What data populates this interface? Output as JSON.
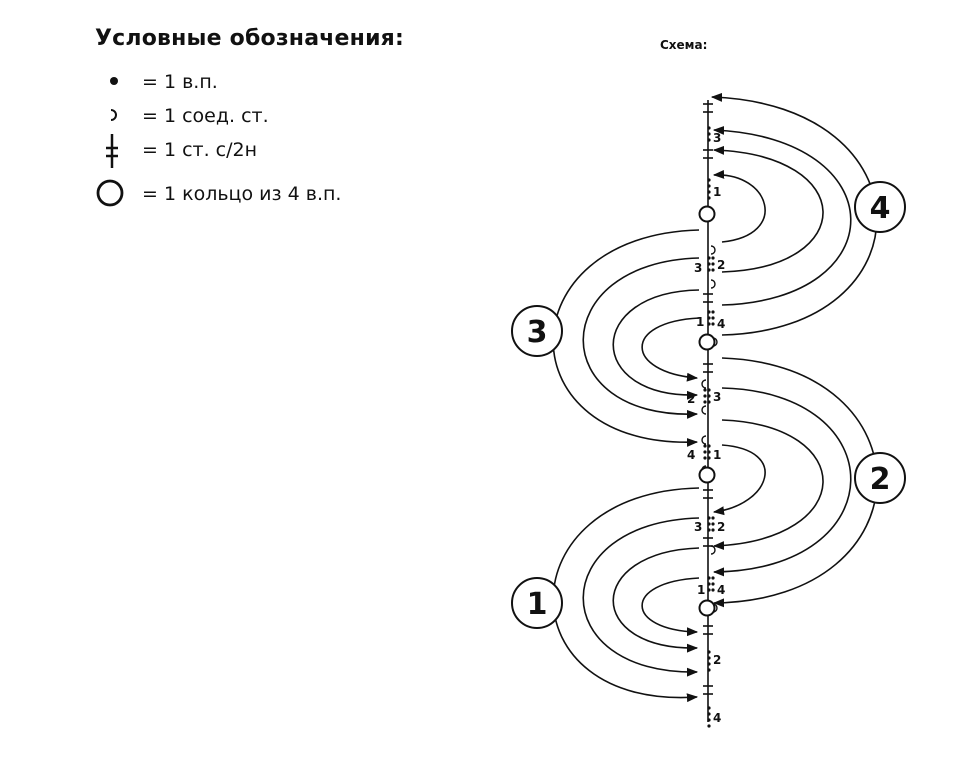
{
  "legend": {
    "title": "Условные обозначения:",
    "items": [
      {
        "icon": "chain-stitch-dot-icon",
        "text": "= 1 в.п."
      },
      {
        "icon": "slip-stitch-arc-icon",
        "text": "= 1 соед. ст."
      },
      {
        "icon": "double-crochet-icon",
        "text": "= 1 ст. с/2н"
      },
      {
        "icon": "ring-circle-icon",
        "text": "= 1 кольцо из 4 в.п."
      }
    ]
  },
  "scheme": {
    "title": "Схема:",
    "row_labels": [
      "1",
      "2",
      "3",
      "4"
    ],
    "stitch_numbers": [
      "3",
      "1",
      "3",
      "2",
      "1",
      "4",
      "2",
      "3",
      "4",
      "1",
      "3",
      "2",
      "1",
      "4",
      "2",
      "4"
    ]
  }
}
